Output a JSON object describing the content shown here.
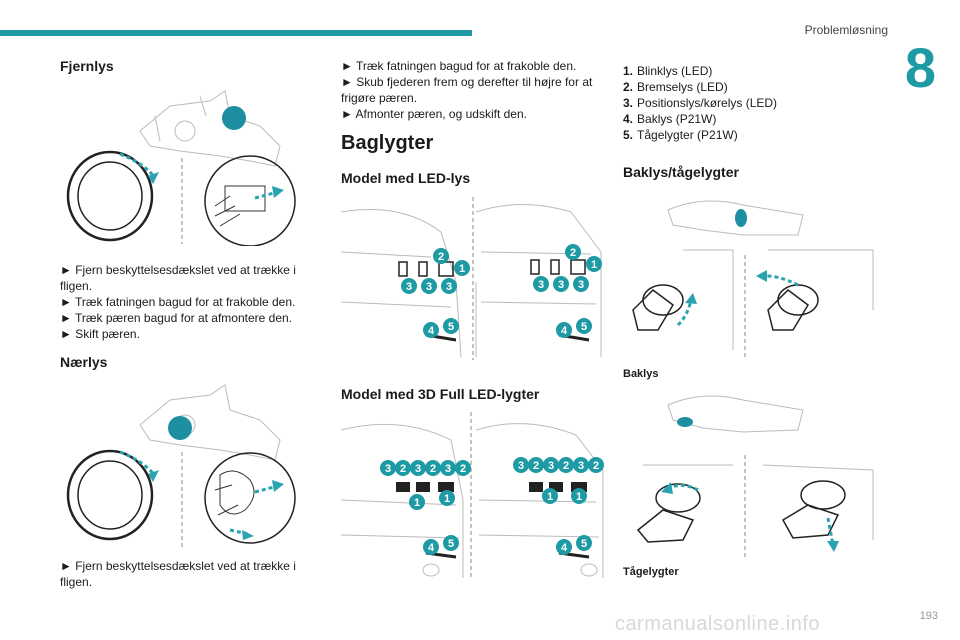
{
  "header": {
    "section": "Problemløsning",
    "chapter": "8",
    "page": "193"
  },
  "watermark": "carmanualsonline.info",
  "colors": {
    "accent": "#1e9aa5",
    "arrow": "#2aa3b0",
    "bulb": "#1e8fa0"
  },
  "col1": {
    "title1": "Fjernlys",
    "steps1": [
      "► Fjern beskyttelsesdækslet ved at trække i fligen.",
      "► Træk fatningen bagud for at frakoble den.",
      "► Træk pæren bagud for at afmontere den.",
      "► Skift pæren."
    ],
    "title2": "Nærlys",
    "steps2": [
      "► Fjern beskyttelsesdækslet ved at trække i fligen."
    ]
  },
  "col2": {
    "steps": [
      "► Træk fatningen bagud for at frakoble den.",
      "► Skub fjederen frem og derefter til højre for at frigøre pæren.",
      "► Afmonter pæren, og udskift den."
    ],
    "heading": "Baglygter",
    "sub1": "Model med LED-lys",
    "sub2": "Model med 3D Full LED-lygter",
    "callouts": [
      "1",
      "2",
      "3",
      "4",
      "5"
    ]
  },
  "col3": {
    "legend": [
      {
        "num": "1.",
        "text": "Blinklys (LED)"
      },
      {
        "num": "2.",
        "text": "Bremselys (LED)"
      },
      {
        "num": "3.",
        "text": "Positionslys/kørelys (LED)"
      },
      {
        "num": "4.",
        "text": "Baklys (P21W)"
      },
      {
        "num": "5.",
        "text": "Tågelygter (P21W)"
      }
    ],
    "title": "Baklys/tågelygter",
    "caption1": "Baklys",
    "caption2": "Tågelygter"
  }
}
